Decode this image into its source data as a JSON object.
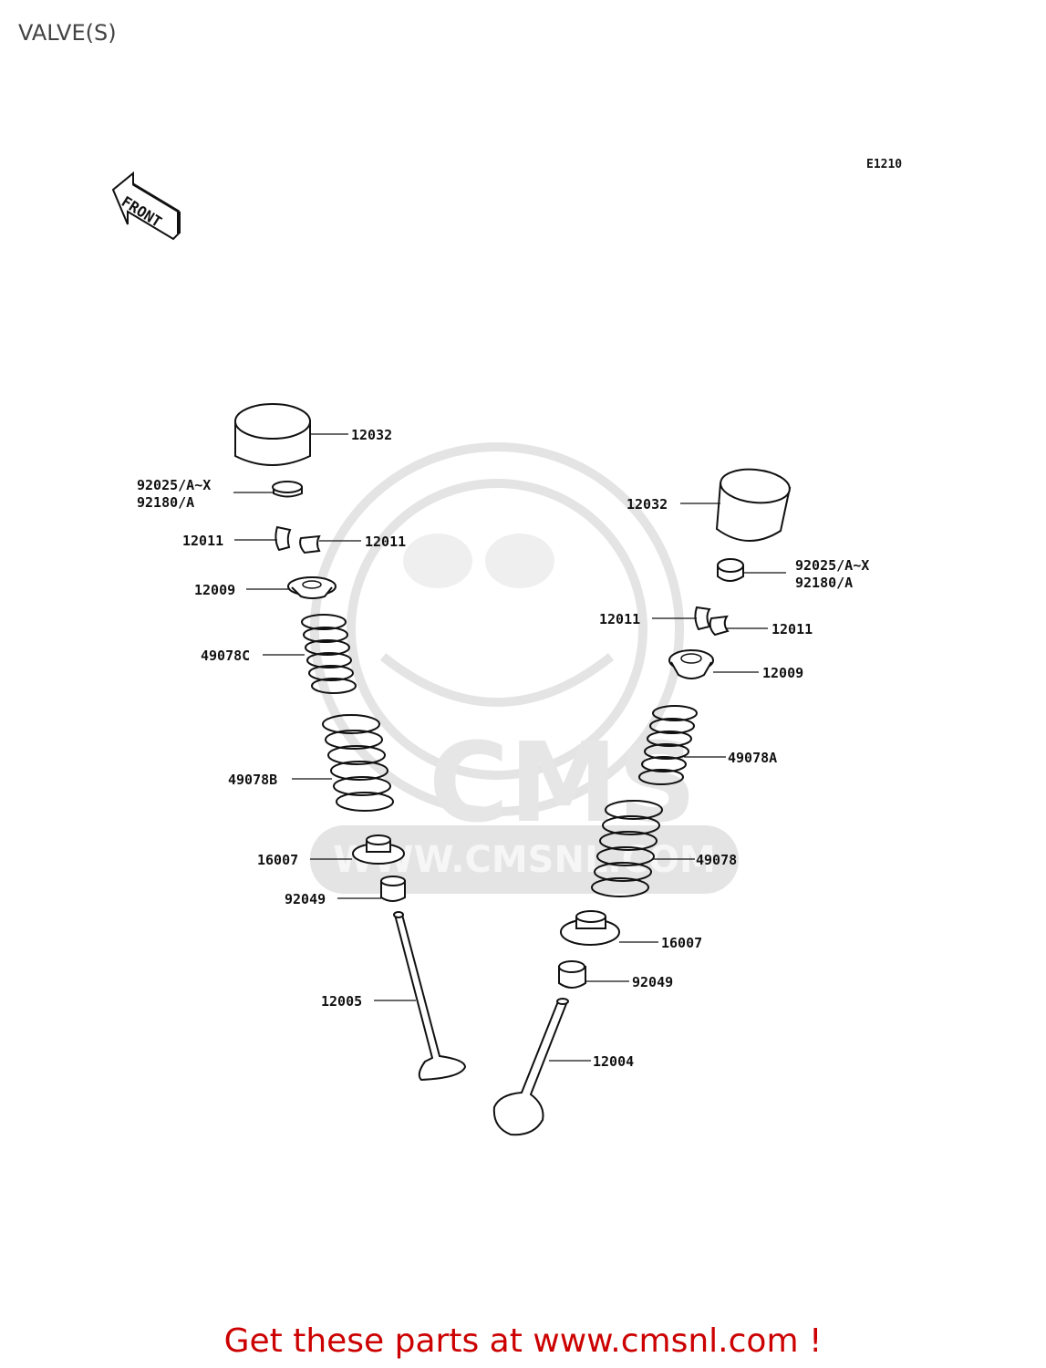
{
  "title": "VALVE(S)",
  "diagram_code": "E1210",
  "front_marker": "FRONT",
  "watermark": {
    "logo_text": "CMS",
    "url_text": "WWW.CMSNL.COM"
  },
  "footer": "Get these parts at www.cmsnl.com !",
  "colors": {
    "footer": "#cc0000",
    "title": "#444444",
    "watermark": "#e4e4e4"
  },
  "labels": {
    "l_tappet": "12032",
    "l_shim_a": "92025/A~X",
    "l_shim_b": "92180/A",
    "l_keeper_left": "12011",
    "l_keeper_right": "12011",
    "l_retainer": "12009",
    "l_spring_inner": "49078C",
    "l_spring_outer": "49078B",
    "l_seat": "16007",
    "l_seal": "92049",
    "l_valve": "12005",
    "r_tappet": "12032",
    "r_shim_a": "92025/A~X",
    "r_shim_b": "92180/A",
    "r_keeper_left": "12011",
    "r_keeper_right": "12011",
    "r_retainer": "12009",
    "r_spring_inner": "49078A",
    "r_spring_outer": "49078",
    "r_seat": "16007",
    "r_seal": "92049",
    "r_valve": "12004"
  }
}
